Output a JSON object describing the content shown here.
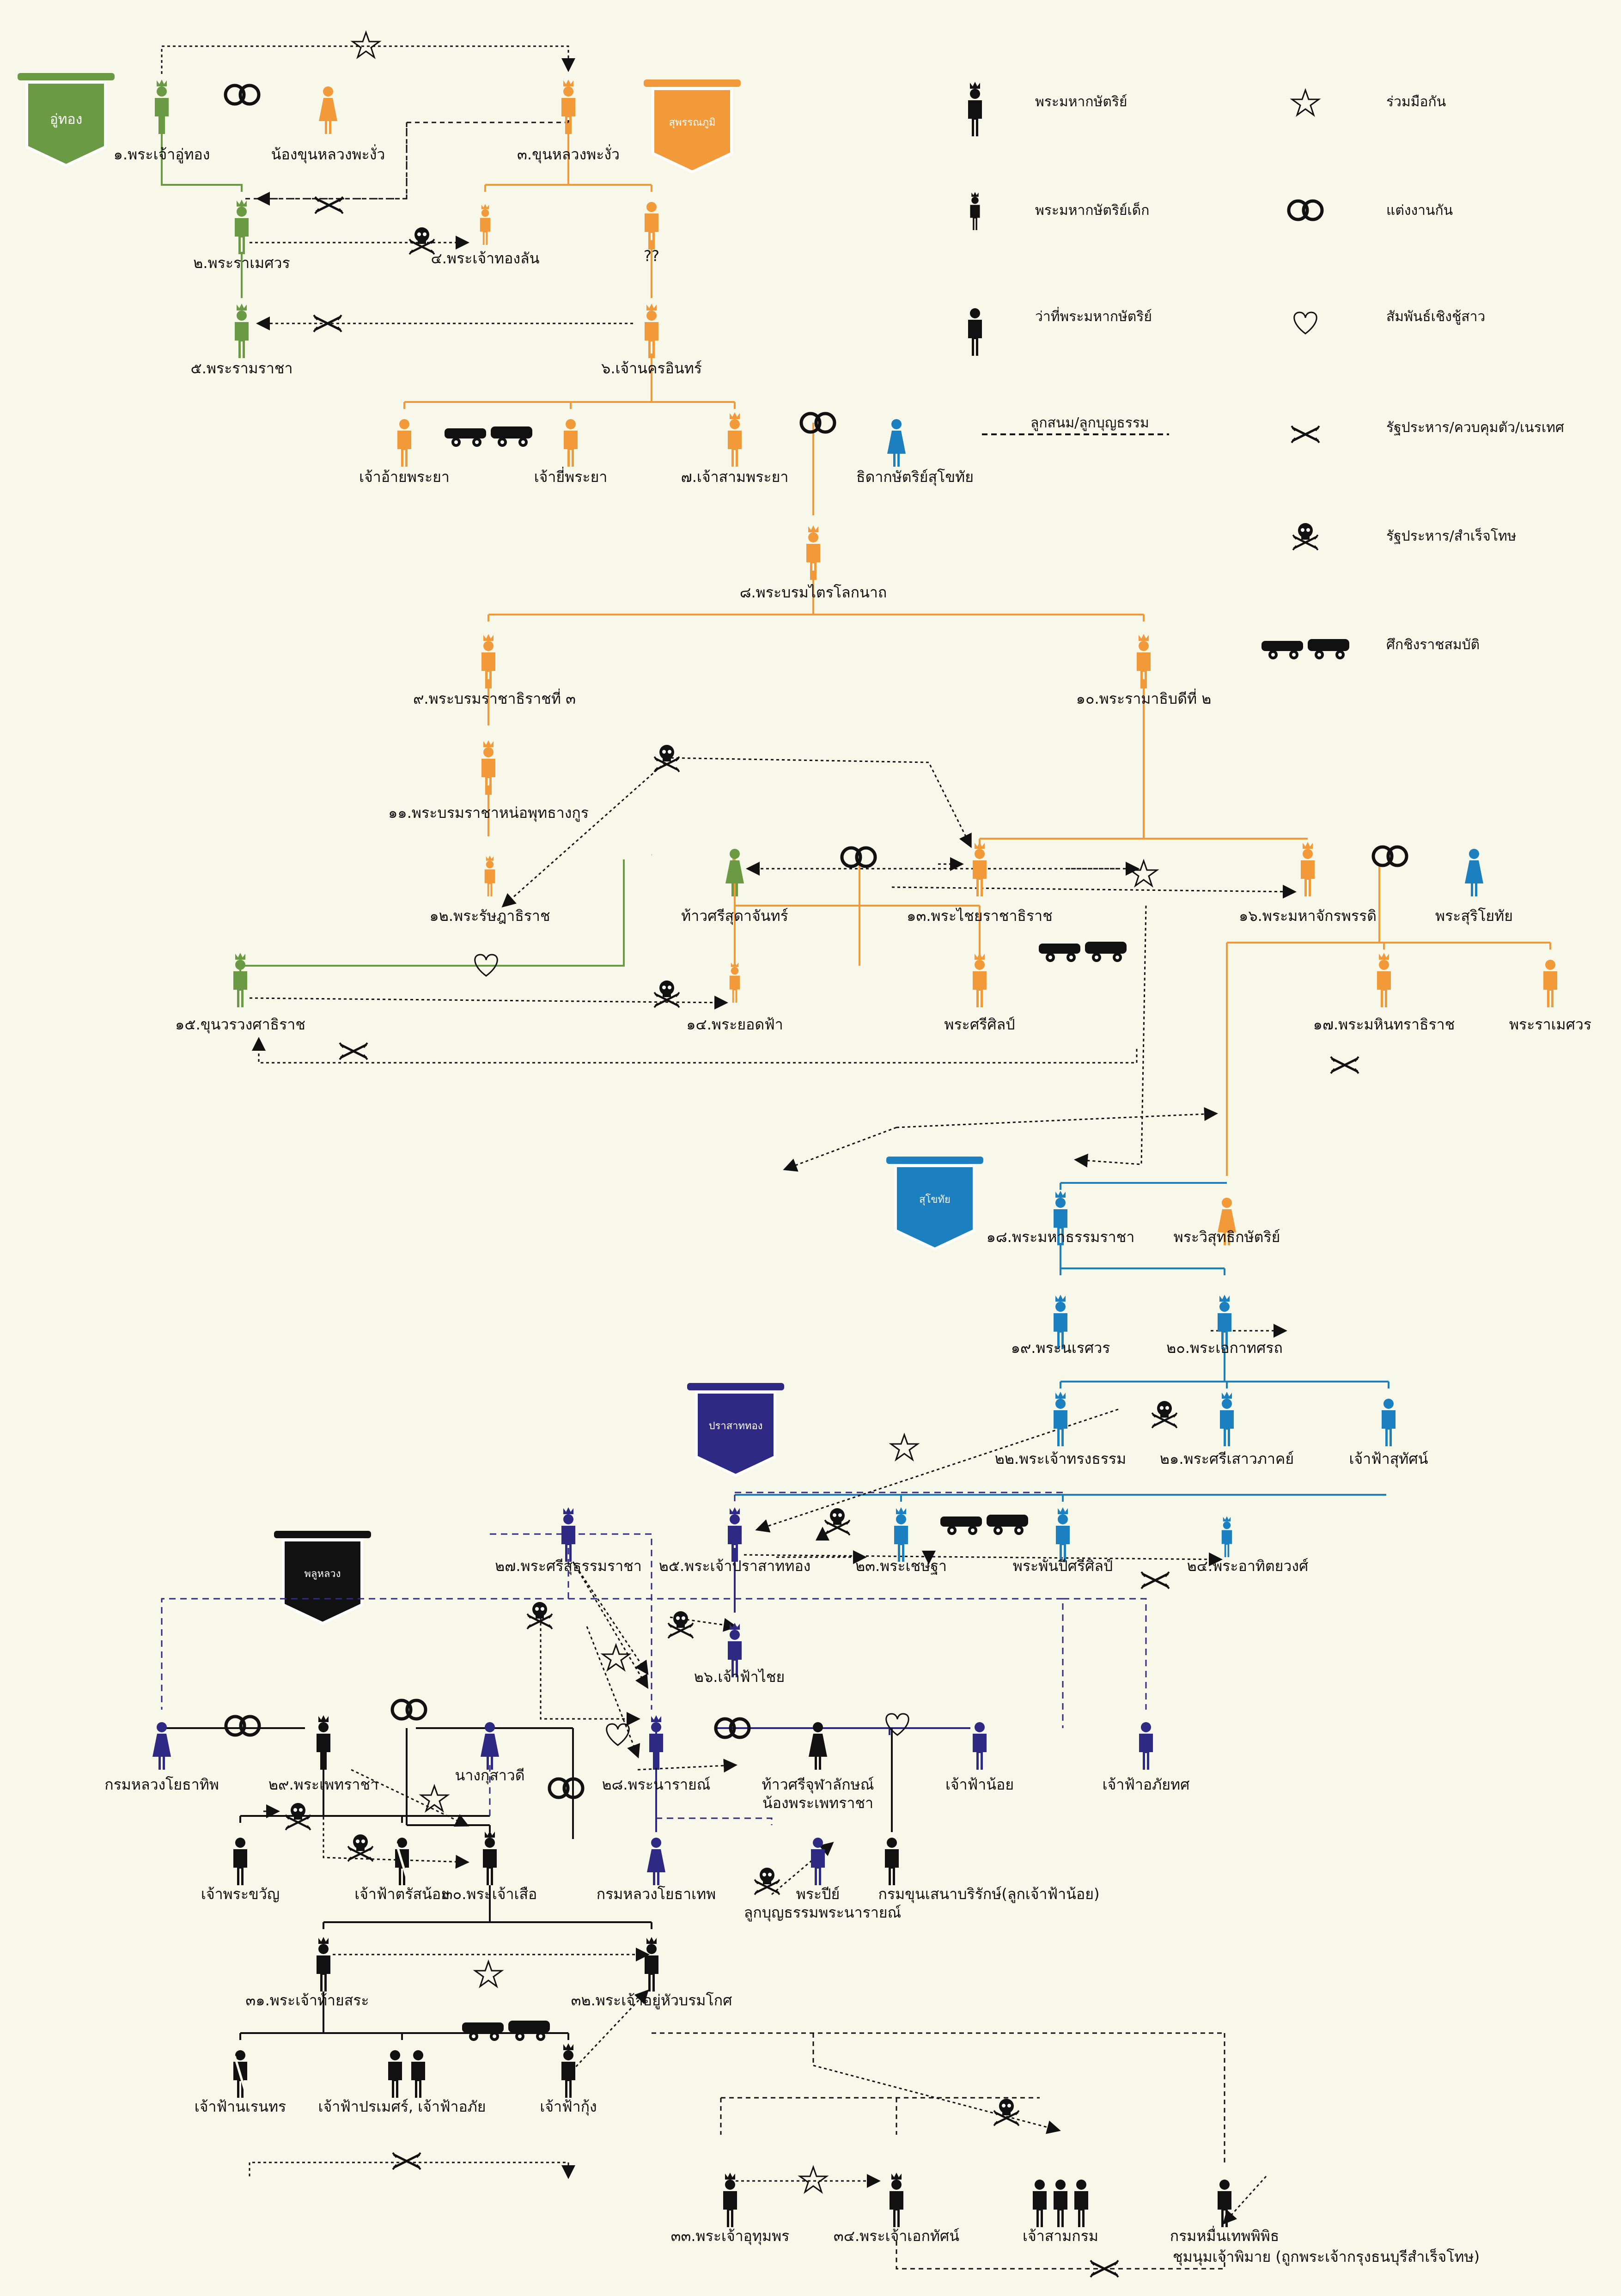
{
  "banners": {
    "uthong": "อู่ทอง",
    "suphannaphum": "สุพรรณภูมิ",
    "sukhothai": "สุโขทัย",
    "prasatthong": "ปราสาททอง",
    "banphluluang": "พลูหลวง"
  },
  "legend": {
    "king": "พระมหากษัตริย์",
    "child_king": "พระมหากษัตริย์เด็ก",
    "future_king": "ว่าที่พระมหากษัตริย์",
    "adopted": "ลูกสนม/ลูกบุญธรรม",
    "cooperate": "ร่วมมือกัน",
    "marriage": "แต่งงานกัน",
    "romance": "สัมพันธ์เชิงชู้สาว",
    "coup": "รัฐประหาร/ควบคุมตัว/เนรเทศ",
    "coup_execute": "รัฐประหาร/สำเร็จโทษ",
    "war": "ศึกชิงราชสมบัติ"
  },
  "people": {
    "p1": "๑.พระเจ้าอู่ทอง",
    "p1w": "น้องขุนหลวงพะงั่ว",
    "p3": "๓.ขุนหลวงพะงั่ว",
    "p2": "๒.พระราเมศวร",
    "p4": "๔.พระเจ้าทองลัน",
    "unk": "??",
    "p5": "๕.พระรามราชา",
    "p6": "๖.เจ้านครอินทร์",
    "ai": "เจ้าอ้ายพระยา",
    "yi": "เจ้ายี่พระยา",
    "p7": "๗.เจ้าสามพระยา",
    "p7w": "ธิดากษัตริย์สุโขทัย",
    "p8": "๘.พระบรมไตรโลกนาถ",
    "p9": "๙.พระบรมราชาธิราชที่ ๓",
    "p10": "๑๐.พระรามาธิบดีที่ ๒",
    "p11": "๑๑.พระบรมราชาหน่อพุทธางกูร",
    "p12": "๑๒.พระรัษฎาธิราช",
    "sudachan": "ท้าวศรีสุดาจันทร์",
    "p13": "๑๓.พระไชยราชาธิราช",
    "p16": "๑๖.พระมหาจักรพรรดิ",
    "suriyothai": "พระสุริโยทัย",
    "p15": "๑๕.ขุนวรวงศาธิราช",
    "p14": "๑๔.พระยอดฟ้า",
    "srisin": "พระศรีศิลป์",
    "p17": "๑๗.พระมหินทราธิราช",
    "ramesuan2": "พระราเมศวร",
    "p18": "๑๘.พระมหาธรรมราชา",
    "wisut": "พระวิสุทธิกษัตริย์",
    "p19": "๑๙.พระนเรศวร",
    "p20": "๒๐.พระเอกาทศรถ",
    "p22": "๒๒.พระเจ้าทรงธรรม",
    "p21": "๒๑.พระศรีเสาวภาคย์",
    "suthat": "เจ้าฟ้าสุทัศน์",
    "p27": "๒๗.พระศรีสุธรรมราชา",
    "p25": "๒๕.พระเจ้าปราสาททอง",
    "p23": "๒๓.พระเชษฐา",
    "phanpi": "พระพันปีศรีศิลป์",
    "p24": "๒๔.พระอาทิตยวงศ์",
    "p26": "๒๖.เจ้าฟ้าไชย",
    "yothathip": "กรมหลวงโยธาทิพ",
    "p29": "๒๙.พระเพทราชา",
    "kraodi": "นางกุสาวดี",
    "p28": "๒๘.พระนารายณ์",
    "srichula": "ท้าวศรีจุฬาลักษณ์",
    "srichula2": "น้องพระเพทราชา",
    "noi": "เจ้าฟ้าน้อย",
    "aphaithot": "เจ้าฟ้าอภัยทศ",
    "khwan": "เจ้าพระขวัญ",
    "trasnoi": "เจ้าฟ้าตรัสน้อย",
    "p30": "๓๐.พระเจ้าเสือ",
    "yothathep": "กรมหลวงโยธาเทพ",
    "phrapi": "พระปีย์",
    "phrapi2": "ลูกบุญธรรมพระนารายณ์",
    "senanu": "กรมขุนเสนาบริรักษ์(ลูกเจ้าฟ้าน้อย)",
    "p31": "๓๑.พระเจ้าท้ายสระ",
    "p32": "๓๒.พระเจ้าอยู่หัวบรมโกศ",
    "naren": "เจ้าฟ้านเรนทร",
    "paramet": "เจ้าฟ้าปรเมศร์, เจ้าฟ้าอภัย",
    "kung": "เจ้าฟ้ากุ้ง",
    "p33": "๓๓.พระเจ้าอุทุมพร",
    "p34": "๓๔.พระเจ้าเอกทัศน์",
    "samkrom": "เจ้าสามกรม",
    "thepphiphit": "กรมหมื่นเทพพิพิธ",
    "thepphiphit2": "ชุมนุมเจ้าพิมาย (ถูกพระเจ้ากรุงธนบุรีสำเร็จโทษ)"
  },
  "colors": {
    "uthong": "#6b9a45",
    "suphan": "#f29a3a",
    "sukhothai": "#1b7fc0",
    "prasat": "#2e2a84",
    "phlu": "#111111",
    "bg": "#f8f8ea"
  }
}
